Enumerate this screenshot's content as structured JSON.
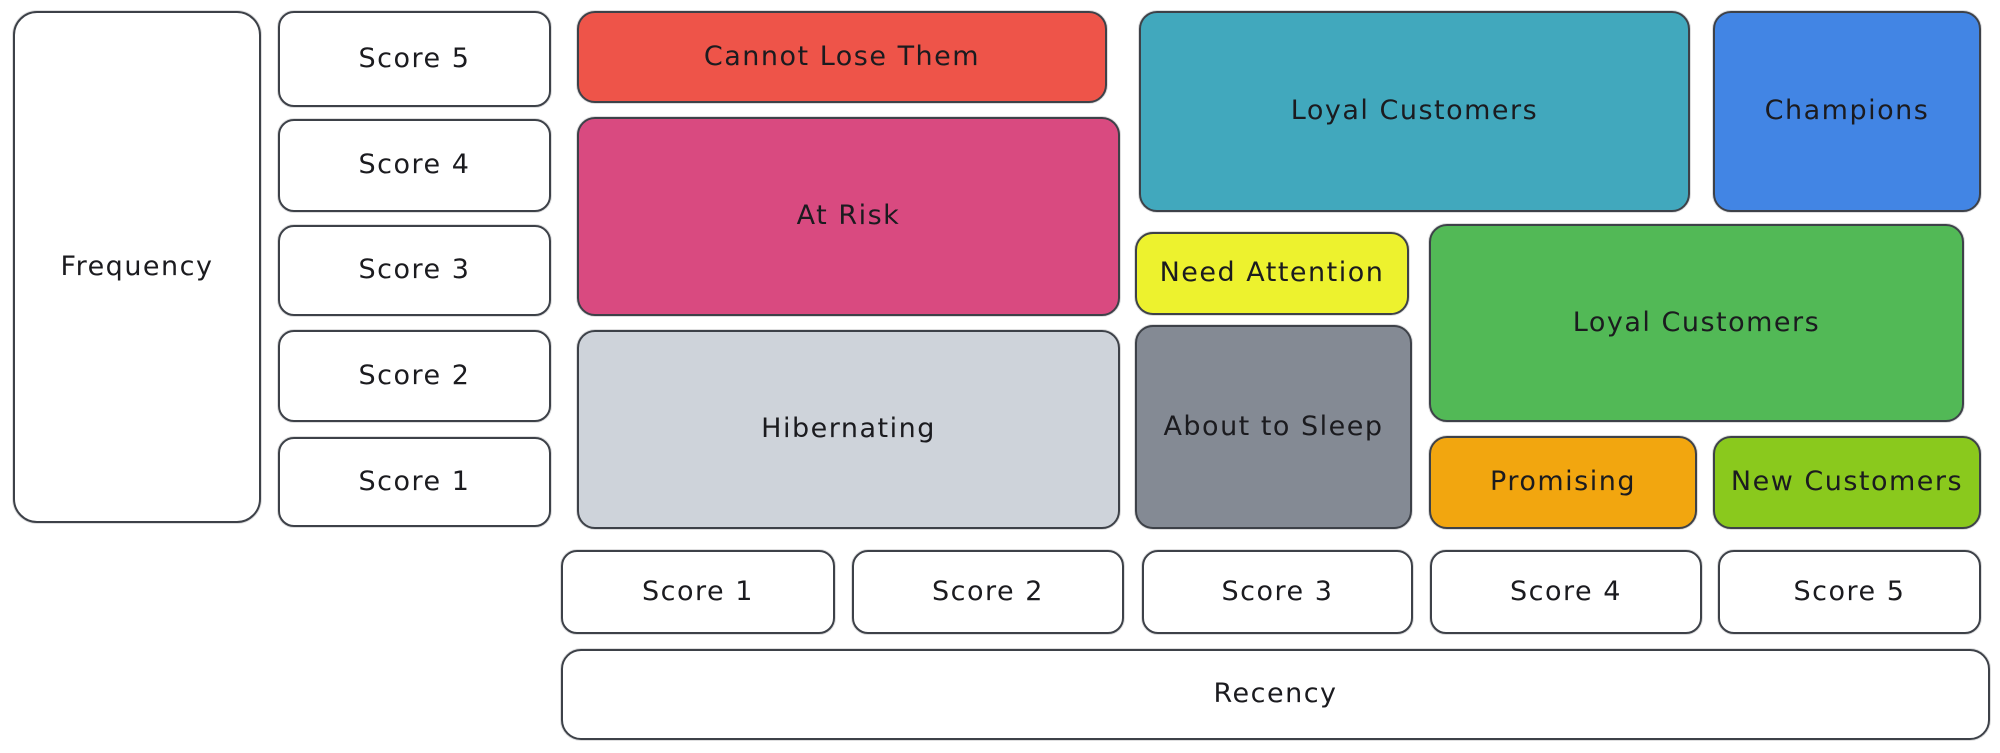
{
  "diagram": {
    "kind": "rfm-customer-segmentation-matrix",
    "background": "#ffffff",
    "outline_color": "#3d4148",
    "text_color": "#1b1b1f",
    "axes": {
      "frequency": {
        "label": "Frequency",
        "scores": [
          "Score 5",
          "Score 4",
          "Score 3",
          "Score 2",
          "Score 1"
        ]
      },
      "recency": {
        "label": "Recency",
        "scores": [
          "Score 1",
          "Score 2",
          "Score 3",
          "Score 4",
          "Score 5"
        ]
      }
    },
    "segments": {
      "cannot_lose_them": {
        "label": "Cannot Lose Them",
        "color": "#ee5449"
      },
      "at_risk": {
        "label": "At Risk",
        "color": "#d94a80"
      },
      "hibernating": {
        "label": "Hibernating",
        "color": "#ced3da"
      },
      "loyal_customers_top": {
        "label": "Loyal Customers",
        "color": "#41a8bd"
      },
      "champions": {
        "label": "Champions",
        "color": "#4285e4"
      },
      "need_attention": {
        "label": "Need Attention",
        "color": "#edf22e"
      },
      "loyal_customers_right": {
        "label": "Loyal Customers",
        "color": "#52b956"
      },
      "about_to_sleep": {
        "label": "About to Sleep",
        "color": "#848a94"
      },
      "promising": {
        "label": "Promising",
        "color": "#f2a60f"
      },
      "new_customers": {
        "label": "New Customers",
        "color": "#8ac91d"
      }
    }
  }
}
